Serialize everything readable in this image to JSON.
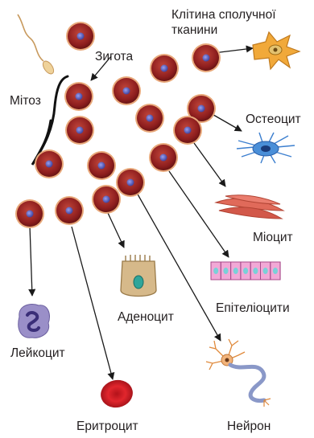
{
  "labels": {
    "zygote": "Зигота",
    "mitosis": "Мітоз",
    "connective_line1": "Клітина сполучної",
    "connective_line2": "тканини",
    "osteocyte": "Остеоцит",
    "myocyte": "Міоцит",
    "epithelial": "Епітеліоцити",
    "adenocyte": "Аденоцит",
    "leukocyte": "Лейкоцит",
    "erythrocyte": "Еритроцит",
    "neuron": "Нейрон"
  },
  "colors": {
    "cell_body": "#8e1e1e",
    "cell_rim": "#e8a87a",
    "nucleus": "#5a5fb6",
    "arrow": "#1a1a1a",
    "connective_cell": "#f1a93a",
    "osteocyte": "#4a8fd8",
    "myocyte": "#e06a5a",
    "epithelial": "#e98fc6",
    "adenocyte": "#d6b98a",
    "leukocyte": "#9a8fc8",
    "erythrocyte": "#e1262d",
    "neuron": "#f2b37a"
  },
  "icons": [
    "sperm-icon",
    "zygote-cell-icon",
    "connective-cell-icon",
    "osteocyte-icon",
    "myocyte-icon",
    "epithelial-cells-icon",
    "adenocyte-icon",
    "leukocyte-icon",
    "erythrocyte-icon",
    "neuron-icon"
  ]
}
